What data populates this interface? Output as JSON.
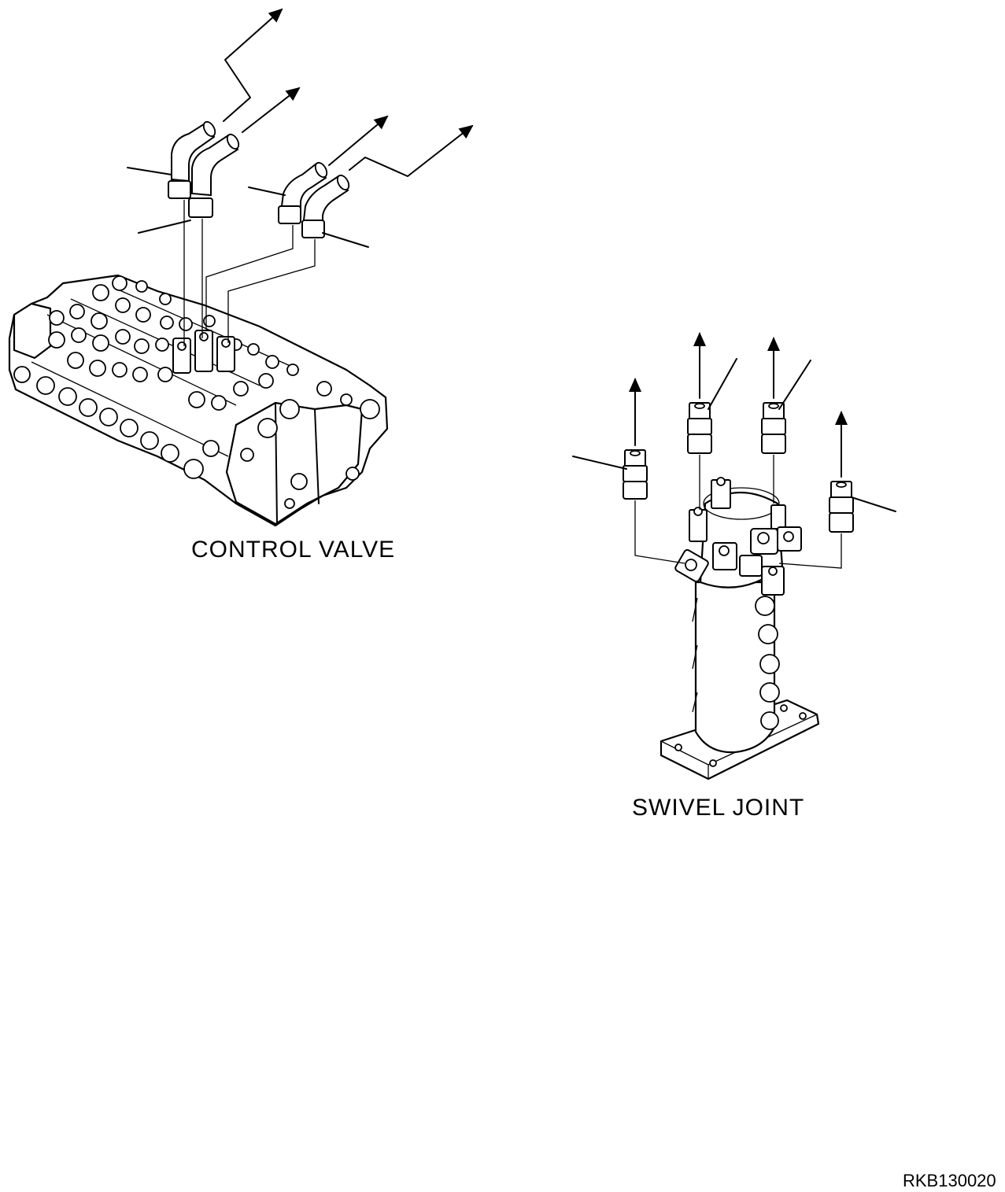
{
  "diagram": {
    "control_valve_label": "CONTROL VALVE",
    "swivel_joint_label": "SWIVEL JOINT",
    "reference_code": "RKB130020",
    "line_color": "#000000",
    "background_color": "#ffffff"
  }
}
